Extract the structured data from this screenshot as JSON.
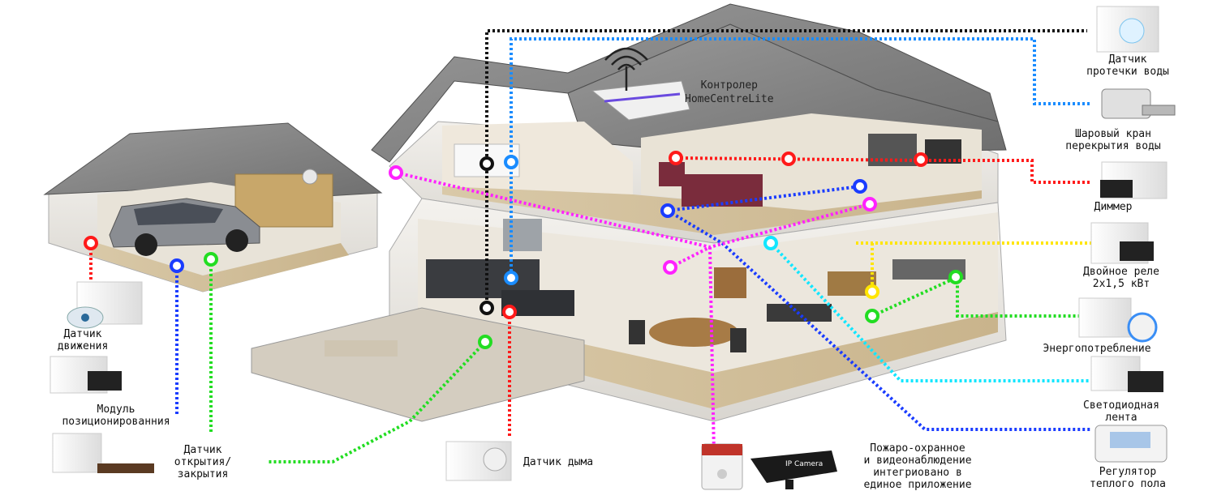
{
  "controller": {
    "line1": "Контролер",
    "line2": "HomeCentreLite"
  },
  "labels": {
    "water_leak": [
      "Датчик",
      "протечки воды"
    ],
    "ball_valve": [
      "Шаровый кран",
      "перекрытия воды"
    ],
    "dimmer": [
      "Диммер"
    ],
    "double_relay": [
      "Двойное реле",
      "2х1,5 кВт"
    ],
    "energy": [
      "Энергопотребление"
    ],
    "led_strip": [
      "Светодиодная",
      "лента"
    ],
    "floor_heating": [
      "Регулятор",
      "теплого пола"
    ],
    "fire_security": [
      "Пожаро-охранное",
      "и видеонаблюдение",
      "интегриовано в",
      "единое приложение"
    ],
    "smoke": [
      "Датчик дыма"
    ],
    "door_sensor": [
      "Датчик",
      "открытия/",
      "закрытия"
    ],
    "positioning": [
      "Модуль",
      "позиционированния"
    ],
    "motion": [
      "Датчик",
      "движения"
    ]
  },
  "camera_label": "IP Camera",
  "colors": {
    "red": "#ff1a1a",
    "blue": "#1a3cff",
    "lightblue": "#1a8cff",
    "green": "#22dd22",
    "magenta": "#ff22ff",
    "yellow": "#ffe500",
    "cyan": "#11e6ff",
    "black": "#111111"
  }
}
